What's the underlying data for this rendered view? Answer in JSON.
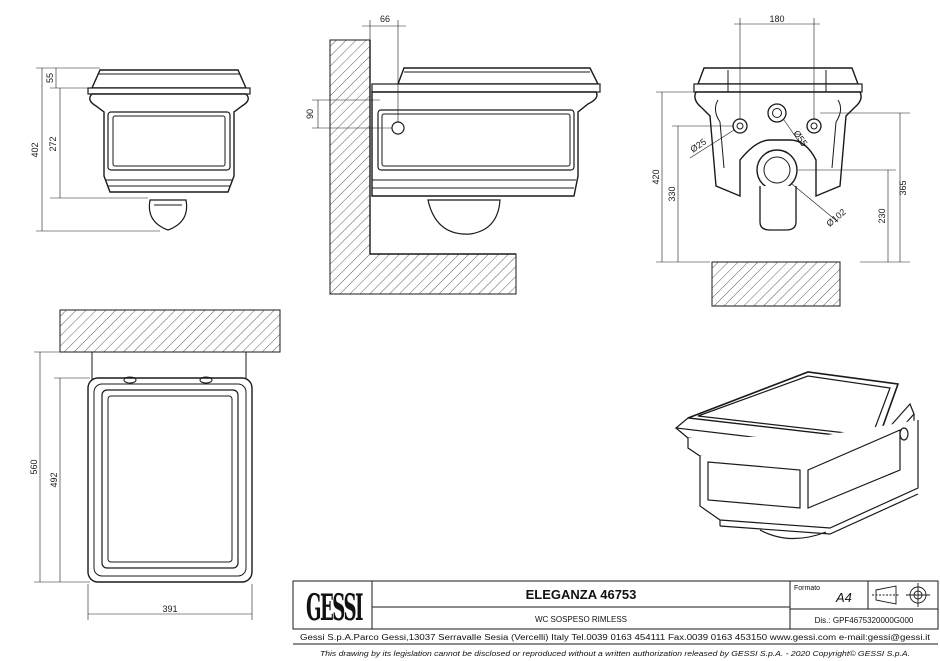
{
  "product": {
    "name": "ELEGANZA 46753",
    "description": "WC SOSPESO RIMLESS",
    "brand": "GESSI"
  },
  "title_block": {
    "format_label": "Formato",
    "format_value": "A4",
    "drawing_number": "Dis.: GPF4675320000G000",
    "company_line": "Gessi S.p.A.Parco Gessi,13037 Serravalle Sesia (Vercelli) Italy Tel.0039 0163 454111 Fax.0039 0163 453150 www.gessi.com e-mail:gessi@gessi.it",
    "notice": "This drawing by its legislation cannot be disclosed or reproduced without a written authorization released by GESSI S.p.A. - 2020 Copyright© GESSI S.p.A."
  },
  "dimensions": {
    "front_view": {
      "lid_height": "55",
      "bowl_height": "272",
      "total_height": "402"
    },
    "side_view": {
      "wall_offset": "66",
      "inlet_height": "90"
    },
    "rear_view": {
      "fixing_spacing": "180",
      "fixing_hole_diameter": "Ø25",
      "water_inlet_diameter": "Ø55",
      "drain_diameter": "Ø102",
      "total_height": "420",
      "drain_height": "330",
      "inlet_height": "365",
      "drain_center_height": "230"
    },
    "top_view": {
      "length": "560",
      "inner_length": "492",
      "width": "391"
    }
  },
  "icons": {
    "projection_symbol": "first-angle-projection-icon",
    "logo": "gessi-logo"
  }
}
